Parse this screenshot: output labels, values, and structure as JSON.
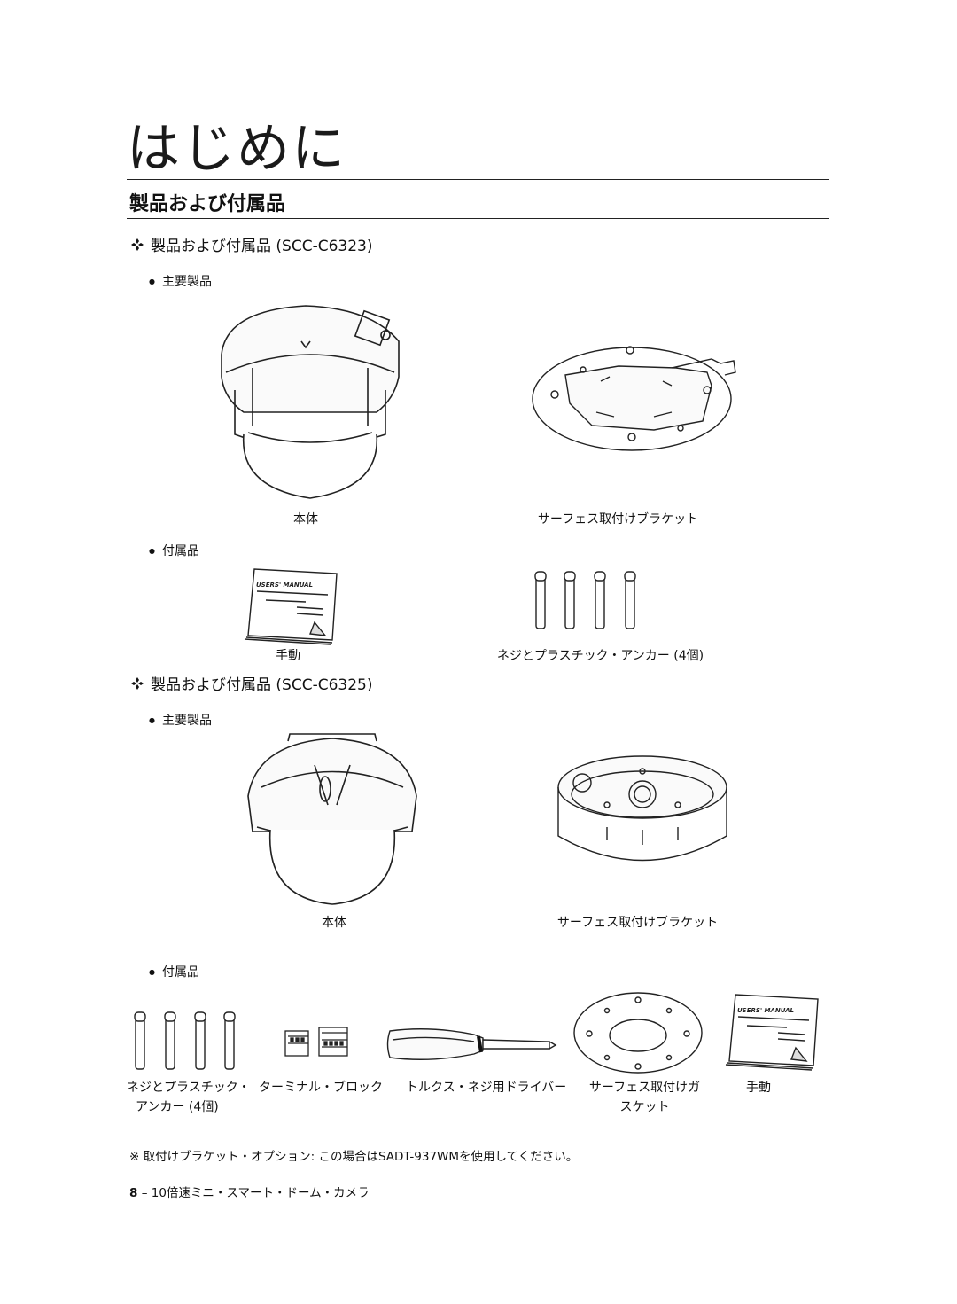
{
  "chapter_title": "はじめに",
  "section_title": "製品および付属品",
  "model_a": {
    "heading": "製品および付属品 (SCC-C6323)",
    "main_label": "主要製品",
    "main_items": [
      "本体",
      "サーフェス取付けブラケット"
    ],
    "acc_label": "付属品",
    "manual_text": "USERS' MANUAL",
    "acc_items": [
      "手動",
      "ネジとプラスチック・アンカー (4個)"
    ]
  },
  "model_b": {
    "heading": "製品および付属品 (SCC-C6325)",
    "main_label": "主要製品",
    "main_items": [
      "本体",
      "サーフェス取付けブラケット"
    ],
    "acc_label": "付属品",
    "manual_text": "USERS' MANUAL",
    "acc_items": [
      {
        "line1": "ネジとプラスチック・",
        "line2": "アンカー (4個)"
      },
      {
        "line1": "ターミナル・ブロック",
        "line2": ""
      },
      {
        "line1": "トルクス・ネジ用ドライバー",
        "line2": ""
      },
      {
        "line1": "サーフェス取付けガ",
        "line2": "スケット"
      },
      {
        "line1": "手動",
        "line2": ""
      }
    ]
  },
  "note": "※  取付けブラケット・オプション:  この場合はSADT-937WMを使用してください。",
  "footer": {
    "page_number": "8",
    "text": "– 10倍速ミニ・スマート・ドーム・カメラ"
  }
}
